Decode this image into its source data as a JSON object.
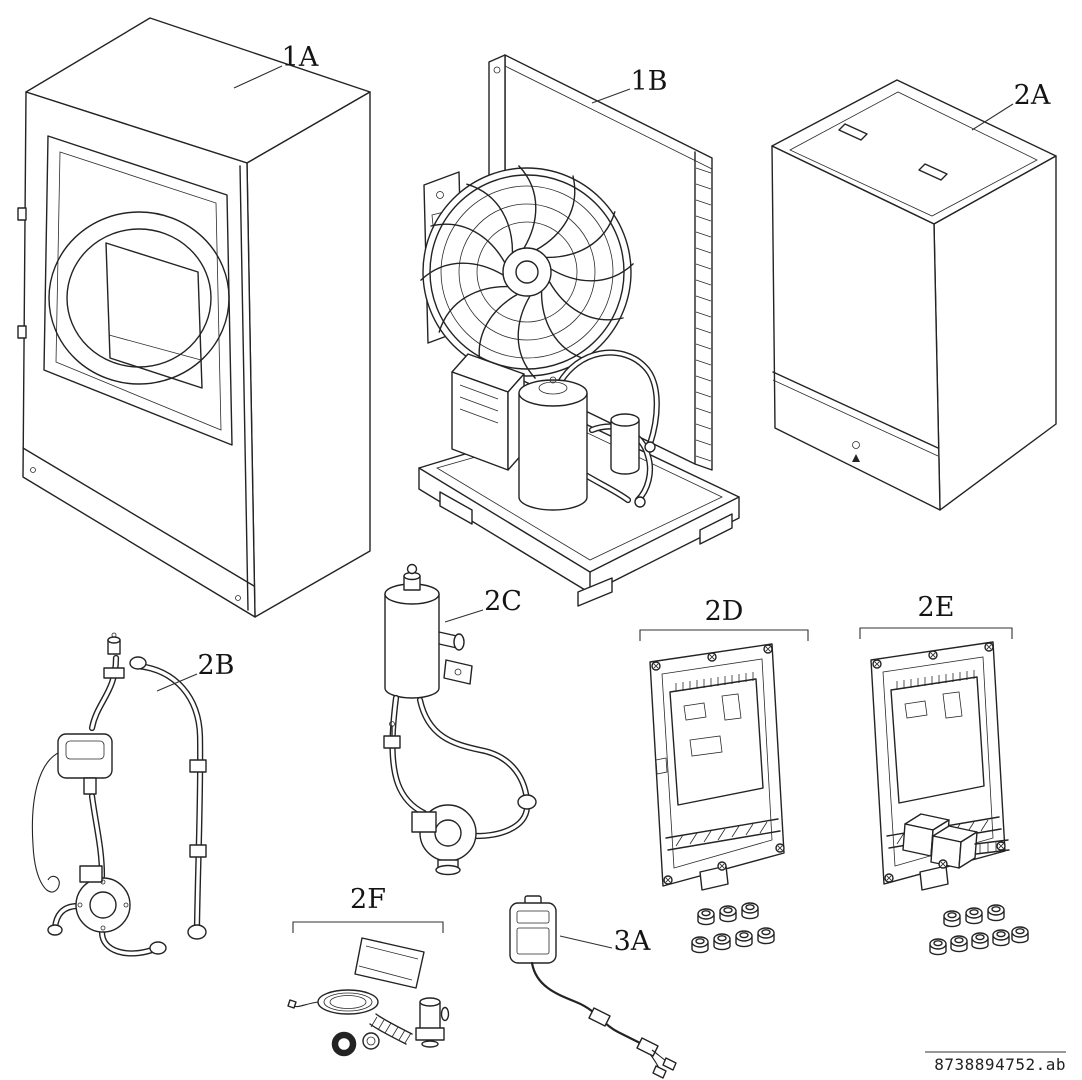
{
  "diagram": {
    "part_labels": {
      "p1A": "1A",
      "p1B": "1B",
      "p2A": "2A",
      "p2B": "2B",
      "p2C": "2C",
      "p2D": "2D",
      "p2E": "2E",
      "p2F": "2F",
      "p3A": "3A"
    },
    "doc_number": "8738894752.ab",
    "colors": {
      "line": "#232323",
      "background": "#ffffff"
    }
  }
}
